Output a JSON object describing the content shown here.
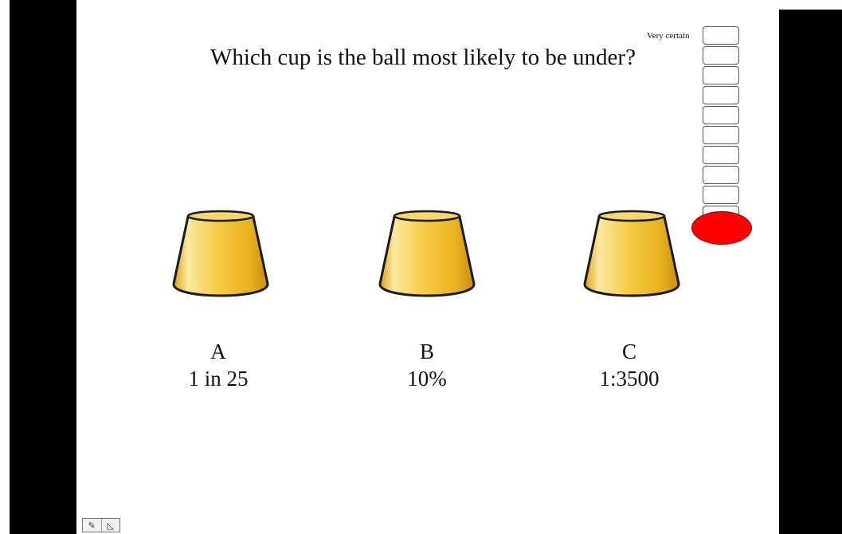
{
  "slide": {
    "question": "Which cup is the ball most likely to be under?",
    "certainty_meter": {
      "top_label": "Very certain",
      "cell_count": 10,
      "bulb_color": "#ff0000"
    },
    "cups": [
      {
        "letter": "A",
        "odds": "1 in 25",
        "color": "#f4c233"
      },
      {
        "letter": "B",
        "odds": "10%",
        "color": "#f4c233"
      },
      {
        "letter": "C",
        "odds": "1:3500",
        "color": "#f4c233"
      }
    ]
  },
  "toolbar": {
    "icons": [
      "pen-icon",
      "eraser-icon"
    ]
  }
}
